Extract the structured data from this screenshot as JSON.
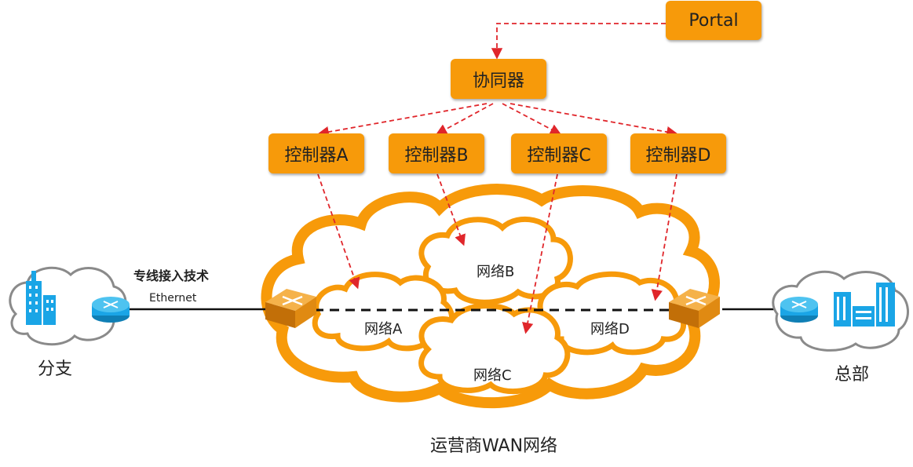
{
  "colors": {
    "orange": "#f79a0a",
    "cloud_gray": "#888888",
    "arrow_red": "#e0262b",
    "icon_blue": "#1aa5e6"
  },
  "portal": {
    "label": "Portal"
  },
  "orchestrator": {
    "label": "协同器"
  },
  "controllers": [
    {
      "label": "控制器A"
    },
    {
      "label": "控制器B"
    },
    {
      "label": "控制器C"
    },
    {
      "label": "控制器D"
    }
  ],
  "networks": [
    {
      "label": "网络A"
    },
    {
      "label": "网络B"
    },
    {
      "label": "网络C"
    },
    {
      "label": "网络D"
    }
  ],
  "wan": {
    "label": "运营商WAN网络"
  },
  "branch": {
    "label": "分支"
  },
  "hq": {
    "label": "总部"
  },
  "access": {
    "title": "专线接入技术",
    "tech": "Ethernet"
  },
  "icons": [
    "router-icon",
    "switch-icon",
    "building-icon"
  ]
}
